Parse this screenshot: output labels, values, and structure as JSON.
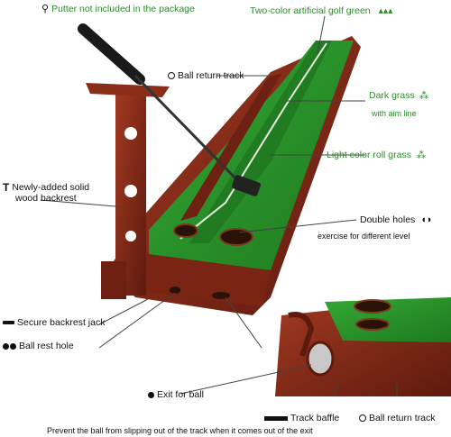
{
  "labels": {
    "putter": "Putter not included in the package",
    "two_color_green": "Two-color artificial golf green",
    "ball_return_track_top": "Ball return track",
    "dark_grass": "Dark grass",
    "aim_line": "with aim line",
    "light_roll_grass": "Light color roll grass",
    "backrest_line1": "Newly-added solid",
    "backrest_line2": "wood backrest",
    "double_holes": "Double holes",
    "double_holes_sub": "exercise for different level",
    "backrest_jack": "Secure backrest jack",
    "ball_rest_hole": "Ball rest hole",
    "exit_for_ball": "Exit for ball",
    "track_baffle": "Track baffle",
    "ball_return_track_bottom": "Ball return track",
    "bottom_note": "Prevent the ball from slipping out of the track when it comes out of the exit"
  },
  "colors": {
    "green_label": "#2e8a2e",
    "wood": "#8a2e1a",
    "wood_dark": "#5e1a0e",
    "turf_light": "#2f9c2f",
    "turf_dark": "#1d6e1d"
  }
}
